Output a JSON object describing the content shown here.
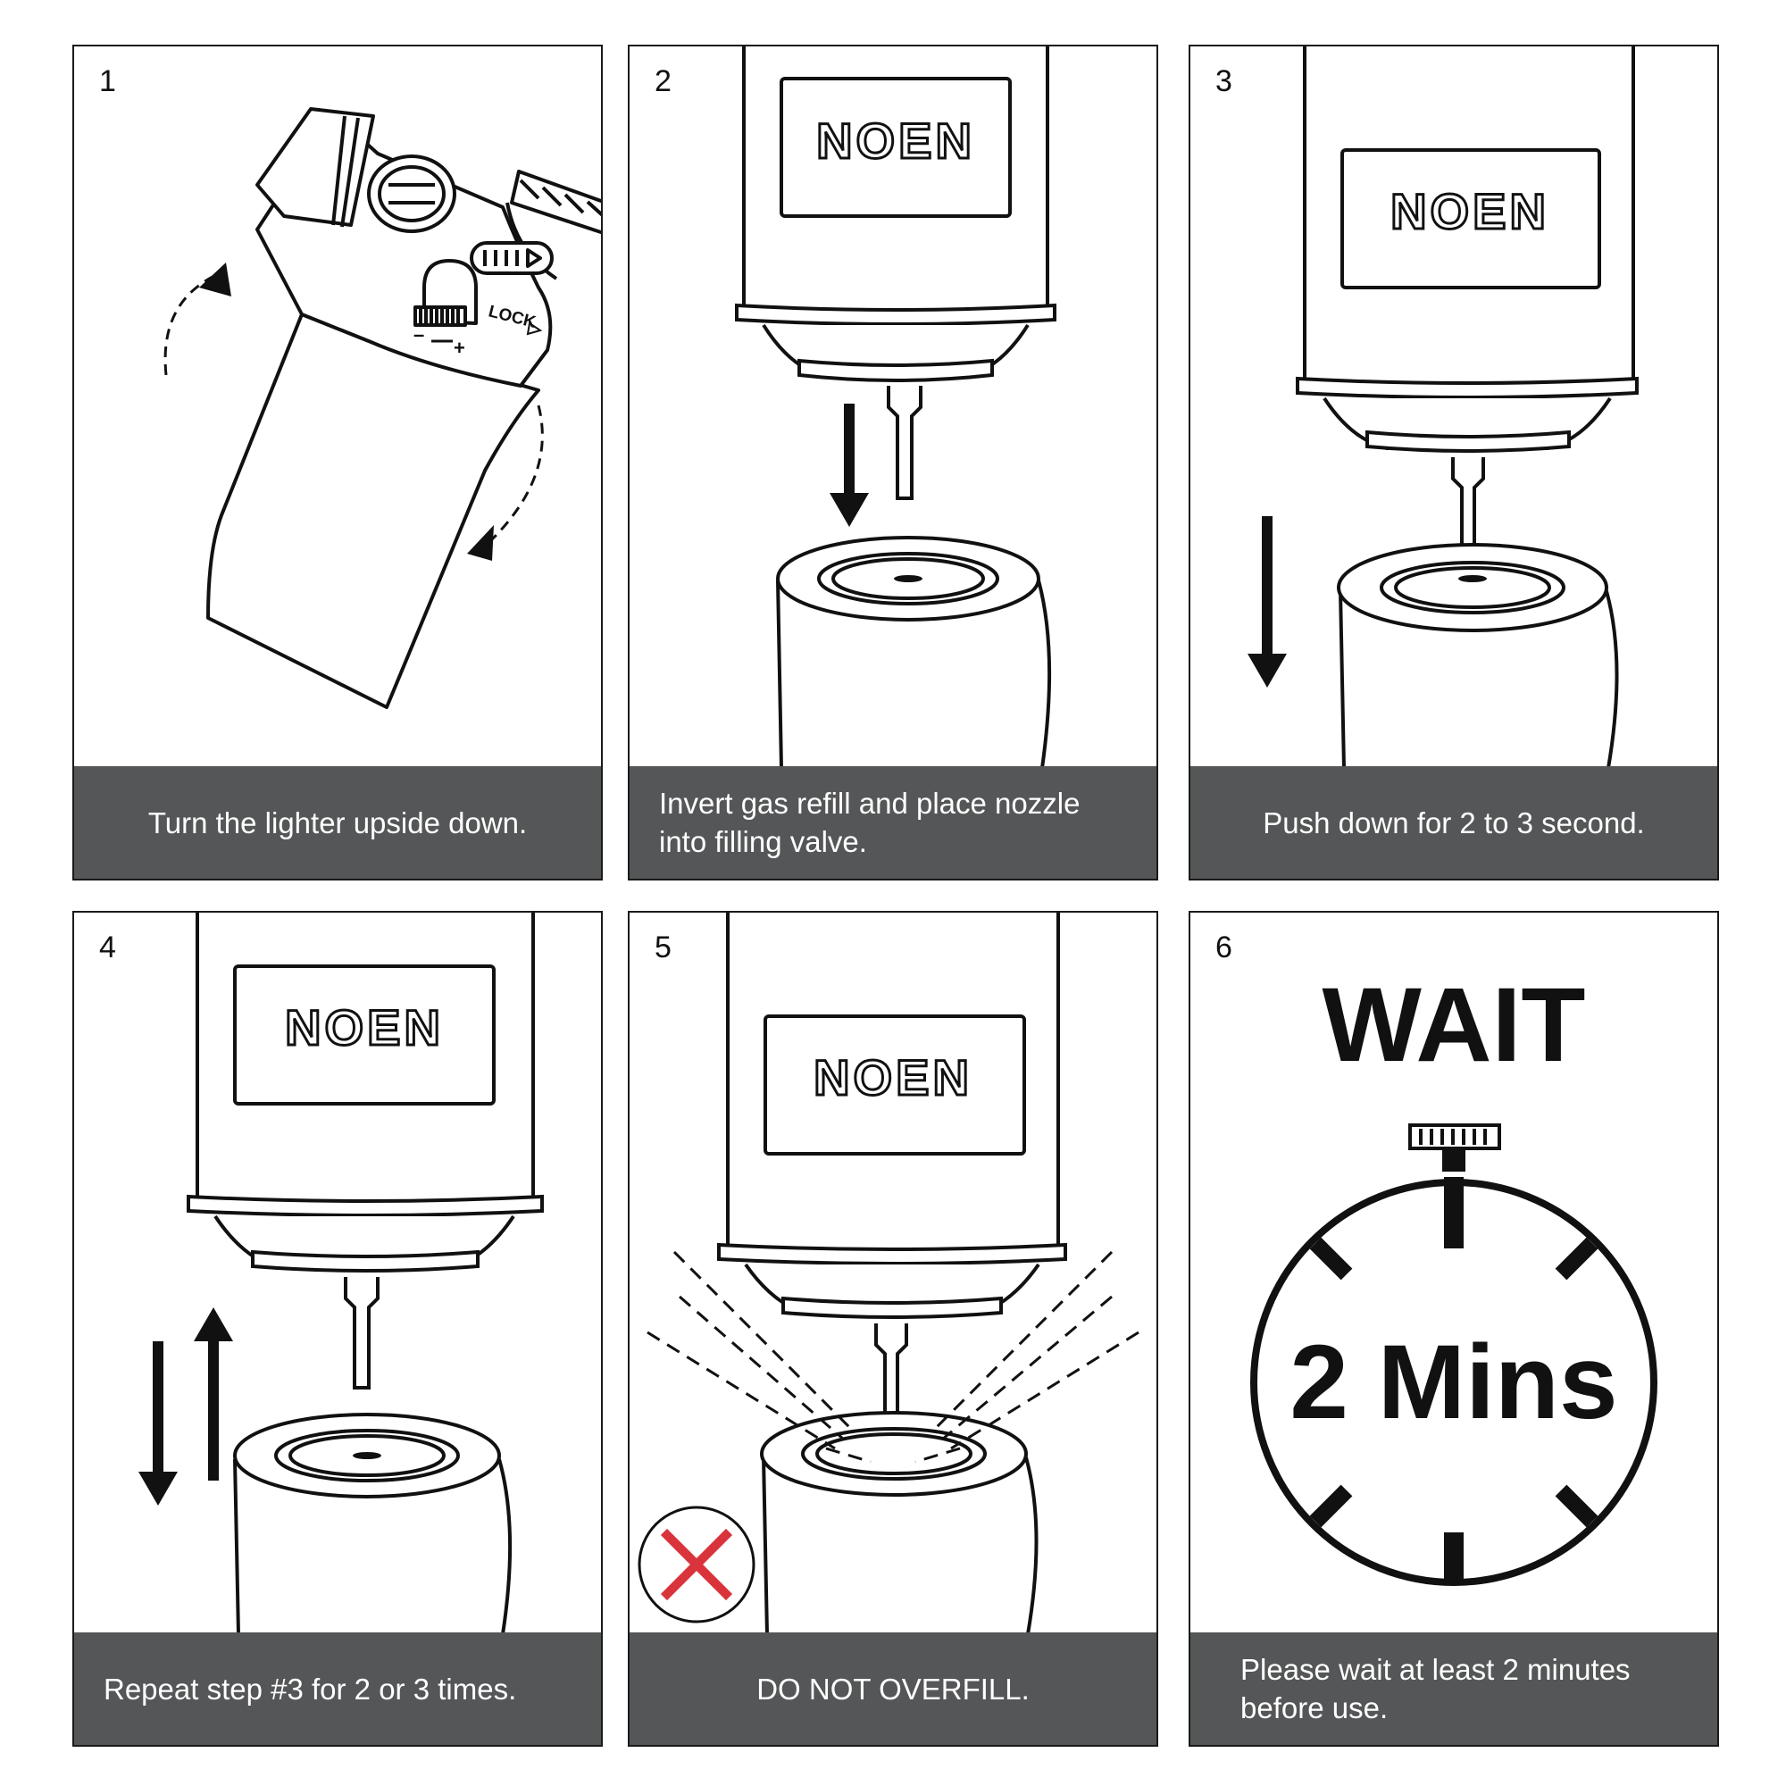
{
  "brand": "NOEN",
  "panels": [
    {
      "number": "1",
      "caption": "Turn the lighter upside down.",
      "labels": {
        "lock": "LOCK",
        "minus": "–",
        "plus": "+"
      }
    },
    {
      "number": "2",
      "caption": "Invert gas refill and place nozzle into filling valve."
    },
    {
      "number": "3",
      "caption": "Push down for 2 to 3 second."
    },
    {
      "number": "4",
      "caption": "Repeat step #3 for 2 or 3 times."
    },
    {
      "number": "5",
      "caption": "DO NOT OVERFILL."
    },
    {
      "number": "6",
      "caption": "Please wait at least 2 minutes before use.",
      "heading": "WAIT",
      "timer": "2 Mins"
    }
  ],
  "colors": {
    "caption_bg": "#555657",
    "caption_text": "#ffffff",
    "stroke": "#111111",
    "warning": "#d9343b"
  }
}
